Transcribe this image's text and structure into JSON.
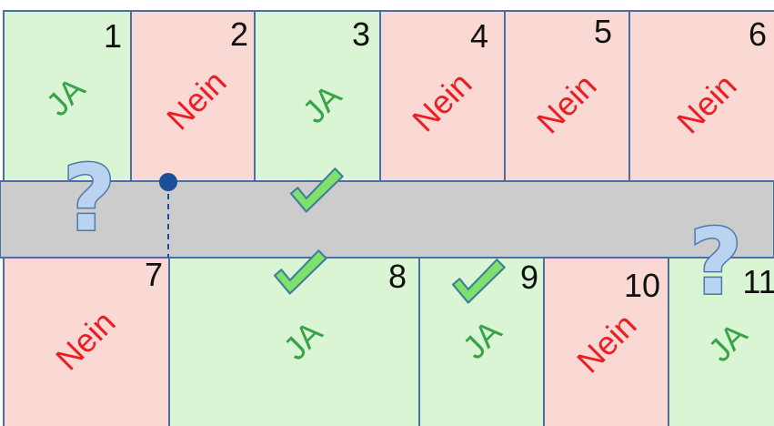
{
  "colors": {
    "ja_fill": "#d9f5d3",
    "nein_fill": "#fad9d4",
    "ja_text": "#3aa34a",
    "nein_text": "#ee1d24",
    "border": "#4a6fa5",
    "street": "#cccccc",
    "number_text": "#111111",
    "question_fill": "#b9d3f0",
    "question_stroke": "#4d79ad",
    "check_fill": "#7fe06a",
    "check_stroke": "#3d7f9e",
    "marker": "#1b4f9c"
  },
  "lots": [
    {
      "number": "1",
      "status": "JA"
    },
    {
      "number": "2",
      "status": "Nein"
    },
    {
      "number": "3",
      "status": "JA"
    },
    {
      "number": "4",
      "status": "Nein"
    },
    {
      "number": "5",
      "status": "Nein"
    },
    {
      "number": "6",
      "status": "Nein"
    },
    {
      "number": "7",
      "status": "Nein"
    },
    {
      "number": "8",
      "status": "JA"
    },
    {
      "number": "9",
      "status": "JA"
    },
    {
      "number": "10",
      "status": "Nein"
    },
    {
      "number": "11",
      "status": "JA"
    }
  ],
  "question_mark": "?",
  "icons": [
    "question-mark-icon",
    "checkmark-icon",
    "location-marker-icon"
  ]
}
